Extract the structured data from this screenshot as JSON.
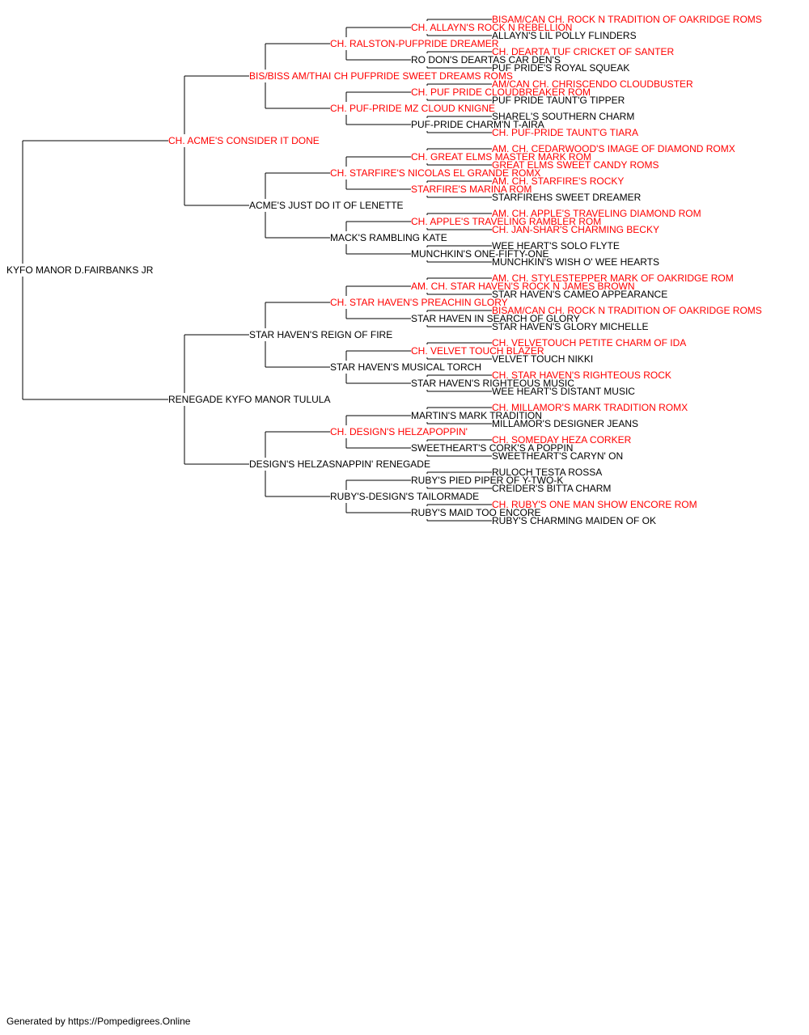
{
  "colors": {
    "champion": "#ff0000",
    "normal": "#000000",
    "line": "#000000"
  },
  "subject": {
    "name": "KYFO MANOR D.FAIRBANKS JR",
    "champion": false
  },
  "sire": {
    "name": "CH. ACME'S CONSIDER IT DONE",
    "champion": true
  },
  "dam": {
    "name": "RENEGADE KYFO MANOR TULULA",
    "champion": false
  },
  "grandparents": [
    {
      "name": "BIS/BISS AM/THAI CH PUFPRIDE SWEET DREAMS ROMS",
      "champion": true
    },
    {
      "name": "ACME'S JUST DO IT OF LENETTE",
      "champion": false
    },
    {
      "name": "STAR HAVEN'S REIGN OF FIRE",
      "champion": false
    },
    {
      "name": "DESIGN'S HELZASNAPPIN' RENEGADE",
      "champion": false
    }
  ],
  "great_grandparents": [
    {
      "name": "CH. RALSTON-PUFPRIDE DREAMER",
      "champion": true
    },
    {
      "name": "CH. PUF-PRIDE MZ CLOUD KNIGNE",
      "champion": true
    },
    {
      "name": "CH. STARFIRE'S NICOLAS EL GRANDE ROMX",
      "champion": true
    },
    {
      "name": "MACK'S RAMBLING KATE",
      "champion": false
    },
    {
      "name": "CH. STAR HAVEN'S PREACHIN GLORY",
      "champion": true
    },
    {
      "name": "STAR HAVEN'S MUSICAL TORCH",
      "champion": false
    },
    {
      "name": "CH. DESIGN'S HELZAPOPPIN'",
      "champion": true
    },
    {
      "name": "RUBY'S-DESIGN'S TAILORMADE",
      "champion": false
    }
  ],
  "gen4": [
    {
      "name": "CH. ALLAYN'S ROCK N REBELLION",
      "champion": true
    },
    {
      "name": "RO DON'S DEARTAS CAR DEN'S",
      "champion": false
    },
    {
      "name": "CH. PUF PRIDE CLOUDBREAKER ROM",
      "champion": true
    },
    {
      "name": "PUF-PRIDE CHARM'N T-AIRA",
      "champion": false
    },
    {
      "name": "CH. GREAT ELMS MASTER MARK ROM",
      "champion": true
    },
    {
      "name": "STARFIRE'S MARINA ROM",
      "champion": true
    },
    {
      "name": "CH. APPLE'S TRAVELING RAMBLER ROM",
      "champion": true
    },
    {
      "name": "MUNCHKIN'S ONE-FIFTY-ONE",
      "champion": false
    },
    {
      "name": "AM. CH. STAR HAVEN'S ROCK N JAMES BROWN",
      "champion": true
    },
    {
      "name": "STAR HAVEN IN SEARCH OF GLORY",
      "champion": false
    },
    {
      "name": "CH. VELVET TOUCH BLAZER",
      "champion": true
    },
    {
      "name": "STAR HAVEN'S RIGHTEOUS MUSIC",
      "champion": false
    },
    {
      "name": "MARTIN'S MARK TRADITION",
      "champion": false
    },
    {
      "name": "SWEETHEART'S CORK'S A POPPIN",
      "champion": false
    },
    {
      "name": "RUBY'S PIED PIPER OF Y-TWO-K",
      "champion": false
    },
    {
      "name": "RUBY'S MAID TOO ENCORE",
      "champion": false
    }
  ],
  "gen5": [
    {
      "name": "BISAM/CAN CH. ROCK N TRADITION OF OAKRIDGE ROMS",
      "champion": true
    },
    {
      "name": "ALLAYN'S LIL POLLY FLINDERS",
      "champion": false
    },
    {
      "name": "CH. DEARTA TUF CRICKET OF SANTER",
      "champion": true
    },
    {
      "name": "PUF PRIDE'S ROYAL SQUEAK",
      "champion": false
    },
    {
      "name": "AM/CAN CH. CHRISCENDO CLOUDBUSTER",
      "champion": true
    },
    {
      "name": "PUF PRIDE TAUNT'G TIPPER",
      "champion": false
    },
    {
      "name": "SHAREL'S SOUTHERN CHARM",
      "champion": false
    },
    {
      "name": "CH. PUF-PRIDE TAUNT'G TIARA",
      "champion": true
    },
    {
      "name": "AM. CH. CEDARWOOD'S IMAGE OF DIAMOND ROMX",
      "champion": true
    },
    {
      "name": "GREAT ELMS SWEET CANDY ROMS",
      "champion": true
    },
    {
      "name": "AM. CH. STARFIRE'S ROCKY",
      "champion": true
    },
    {
      "name": "STARFIREHS SWEET DREAMER",
      "champion": false
    },
    {
      "name": "AM. CH. APPLE'S TRAVELING DIAMOND ROM",
      "champion": true
    },
    {
      "name": "CH. JAN-SHAR'S CHARMING BECKY",
      "champion": true
    },
    {
      "name": "WEE HEART'S SOLO FLYTE",
      "champion": false
    },
    {
      "name": "MUNCHKIN'S WISH O' WEE HEARTS",
      "champion": false
    },
    {
      "name": "AM. CH. STYLESTEPPER MARK OF OAKRIDGE ROM",
      "champion": true
    },
    {
      "name": "STAR HAVEN'S CAMEO APPEARANCE",
      "champion": false
    },
    {
      "name": "BISAM/CAN CH. ROCK N TRADITION OF OAKRIDGE ROMS",
      "champion": true
    },
    {
      "name": "STAR HAVEN'S GLORY MICHELLE",
      "champion": false
    },
    {
      "name": "CH. VELVETOUCH PETITE CHARM OF IDA",
      "champion": true
    },
    {
      "name": "VELVET TOUCH NIKKI",
      "champion": false
    },
    {
      "name": "CH. STAR HAVEN'S RIGHTEOUS ROCK",
      "champion": true
    },
    {
      "name": "WEE HEART'S DISTANT MUSIC",
      "champion": false
    },
    {
      "name": "CH. MILLAMOR'S MARK TRADITION ROMX",
      "champion": true
    },
    {
      "name": "MILLAMOR'S DESIGNER JEANS",
      "champion": false
    },
    {
      "name": "CH. SOMEDAY HEZA CORKER",
      "champion": true
    },
    {
      "name": "SWEETHEART'S CARYN' ON",
      "champion": false
    },
    {
      "name": "RULOCH TESTA ROSSA",
      "champion": false
    },
    {
      "name": "CREIDER'S BITTA CHARM",
      "champion": false
    },
    {
      "name": "CH. RUBY'S ONE MAN SHOW ENCORE ROM",
      "champion": true
    },
    {
      "name": "RUBY'S CHARMING MAIDEN OF OK",
      "champion": false
    }
  ],
  "footer": "Generated by https://Pompedigrees.Online"
}
